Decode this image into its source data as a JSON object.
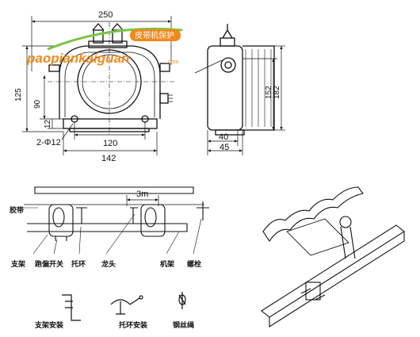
{
  "front_view": {
    "dim_overall_width": "250",
    "dim_total_height": "125",
    "dim_body_height": "90",
    "dim_base_thickness": "12",
    "dim_mount_spacing": "120",
    "dim_base_length": "142",
    "dim_hole_spec": "2-Φ12"
  },
  "side_view": {
    "dim_height_outer": "182",
    "dim_height_inner": "152",
    "dim_depth_a": "40",
    "dim_depth_b": "45"
  },
  "install_diagram": {
    "label_length": "3m",
    "labels": {
      "belt": "胶带",
      "bracket": "支架",
      "switch": "跑偏开关",
      "roller_ring": "托环",
      "dragon_head": "龙头",
      "frame": "机架",
      "bolt": "螺栓"
    }
  },
  "details": {
    "bracket_install": "支架安装",
    "ring_install": "托环安装",
    "wire_rope": "钢丝绳"
  },
  "watermark": {
    "badge_text": "皮带机保护",
    "site_text": "paopiankaiguan",
    "site_suffix": ".com"
  },
  "colors": {
    "line": "#111111",
    "watermark_orange": "#f08a1c",
    "watermark_green": "#7dc242"
  }
}
